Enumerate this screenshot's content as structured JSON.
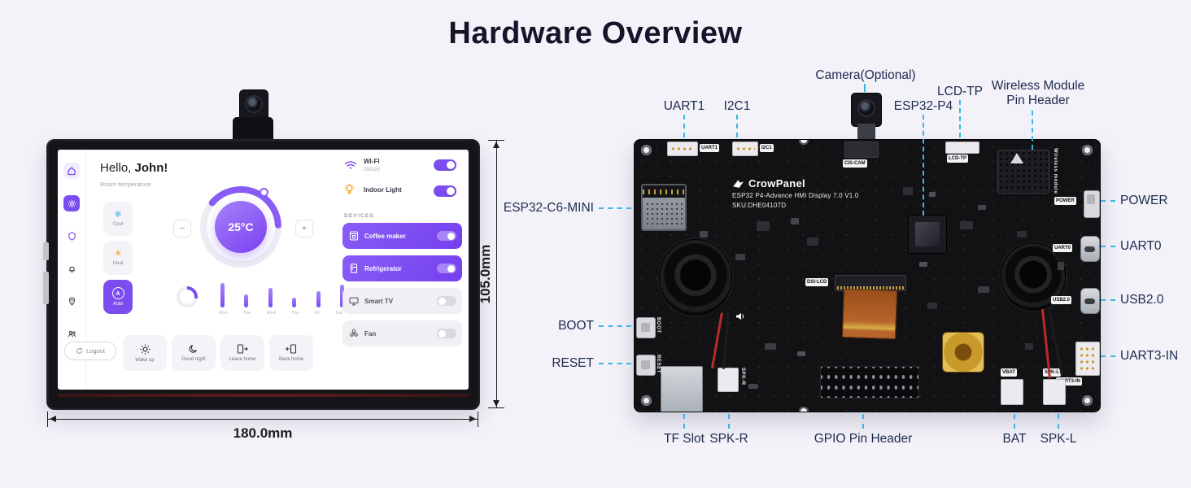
{
  "title": "Hardware Overview",
  "colors": {
    "accent_purple": "#7C4DEE",
    "callout_line": "#3AB5E9",
    "callout_text": "#1D2B4E",
    "board_black": "#121214"
  },
  "display": {
    "width_label": "180.0mm",
    "height_label": "105.0mm",
    "screen": {
      "greeting": "Hello,",
      "greeting_name": "John!",
      "room_temp": "Room temperature",
      "temp": "25°C",
      "minus": "−",
      "plus": "+",
      "modes": [
        {
          "label": "Cool",
          "glyph": "❄"
        },
        {
          "label": "Heat",
          "glyph": "☀"
        },
        {
          "label": "Auto",
          "glyph": "A"
        }
      ],
      "bars": [
        30,
        16,
        24,
        12,
        20,
        28
      ],
      "days": [
        "Mon",
        "Tue",
        "Wed",
        "Thu",
        "Fri",
        "Sat"
      ],
      "wifi_label": "WI-FI",
      "wifi_value": "150/20",
      "light_label": "Indoor Light",
      "devices_heading": "DEVICES",
      "devices": [
        {
          "name": "Coffee maker",
          "state": "on"
        },
        {
          "name": "Refrigerator",
          "state": "on"
        },
        {
          "name": "Smart TV",
          "state": "off"
        },
        {
          "name": "Fan",
          "state": "off"
        }
      ],
      "logout": "Logout",
      "shortcuts": [
        {
          "label": "Wake up"
        },
        {
          "label": "Good night"
        },
        {
          "label": "Leave home"
        },
        {
          "label": "Back home"
        }
      ]
    }
  },
  "board": {
    "brand": "CrowPanel",
    "model_line": "ESP32 P4-Advance HMI Display 7.0 V1.0",
    "sku_line": "SKU:DHE04107D",
    "silk": {
      "uart1": "UART1",
      "i2c1": "I2C1",
      "cis_cam": "CIS-CAM",
      "lcd_tp": "LCD-TP",
      "wireless": "Wireless module",
      "power": "POWER",
      "uart0": "UART0",
      "usb2": "USB2.0",
      "uart3": "UART3-IN",
      "boot": "BOOT",
      "reset": "RESET",
      "dsi": "DSI-LCD",
      "spk_r": "SPK-R",
      "vbat": "VBAT",
      "spk_l": "SPK-L"
    },
    "callouts": {
      "camera": "Camera(Optional)",
      "uart1": "UART1",
      "i2c1": "I2C1",
      "lcd_tp": "LCD-TP",
      "esp32p4": "ESP32-P4",
      "wireless1": "Wireless Module",
      "wireless2": "Pin Header",
      "esp32c6": "ESP32-C6-MINI",
      "boot": "BOOT",
      "reset": "RESET",
      "power": "POWER",
      "uart0": "UART0",
      "usb2": "USB2.0",
      "uart3": "UART3-IN",
      "tf": "TF Slot",
      "spk_r": "SPK-R",
      "gpio": "GPIO Pin Header",
      "bat": "BAT",
      "spk_l": "SPK-L"
    }
  }
}
